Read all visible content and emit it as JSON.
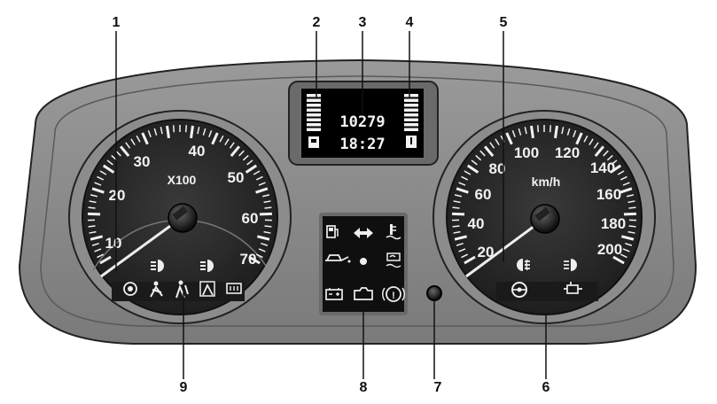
{
  "callouts": [
    "1",
    "2",
    "3",
    "4",
    "5",
    "6",
    "7",
    "8",
    "9"
  ],
  "tachometer": {
    "unit": "X100",
    "scale": [
      "10",
      "20",
      "30",
      "40",
      "50",
      "60",
      "70"
    ]
  },
  "speedometer": {
    "unit": "km/h",
    "scale": [
      "20",
      "40",
      "60",
      "80",
      "100",
      "120",
      "140",
      "160",
      "180",
      "200"
    ]
  },
  "display": {
    "odometer": "10279",
    "clock": "18:27"
  },
  "indicators": {
    "center": [
      "fuel-low-icon",
      "turn-signal-icon",
      "coolant-temp-icon",
      "oil-pressure-icon",
      "dot-icon",
      "glow-plug-icon",
      "battery-icon",
      "engine-check-icon",
      "brake-warning-icon"
    ],
    "tacho_bottom": [
      "low-beam-icon",
      "high-beam-icon",
      "abs-icon",
      "seatbelt-icon",
      "airbag-icon",
      "airbag-off-icon",
      "rear-defrost-icon"
    ],
    "speedo_bottom": [
      "front-fog-icon",
      "rear-fog-icon",
      "steering-icon",
      "exhaust-icon"
    ]
  },
  "colors": {
    "housing": "#8a8a8a",
    "dial_face": "#262626",
    "lcd_bg": "#000000",
    "marking": "#f2f2f2"
  }
}
